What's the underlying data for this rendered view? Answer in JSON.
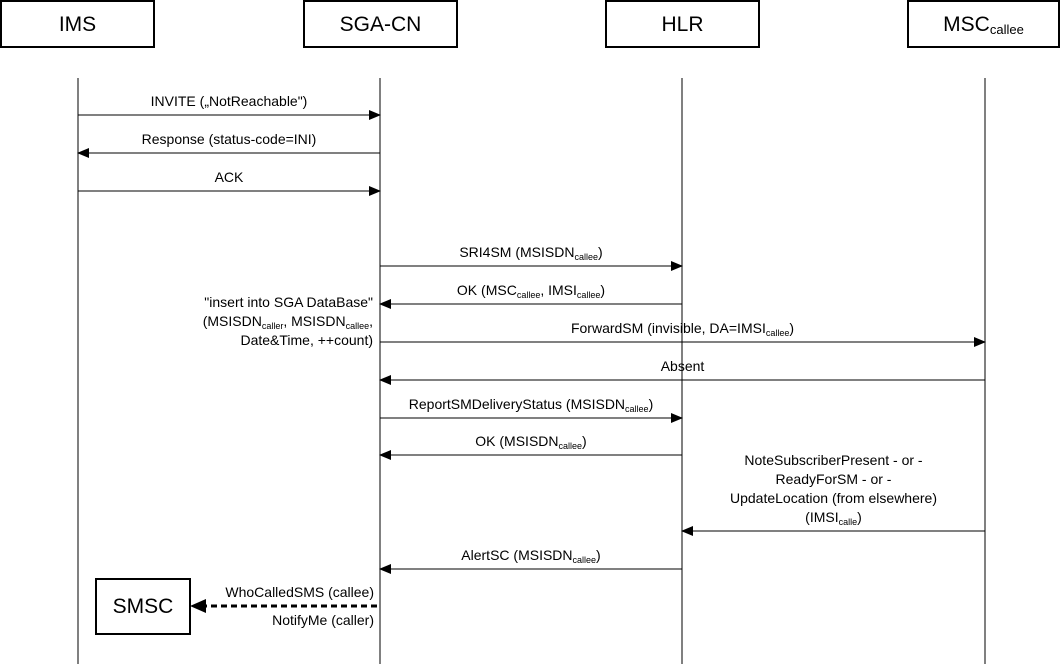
{
  "participants": [
    {
      "id": "ims",
      "label": "IMS",
      "sub": ""
    },
    {
      "id": "sga",
      "label": "SGA-CN",
      "sub": ""
    },
    {
      "id": "hlr",
      "label": "HLR",
      "sub": ""
    },
    {
      "id": "msc",
      "label": "MSC",
      "sub": "callee"
    }
  ],
  "messages": [
    {
      "id": "invite",
      "from": "ims",
      "to": "sga",
      "parts": [
        {
          "t": "INVITE („NotReachable\")"
        }
      ]
    },
    {
      "id": "response",
      "from": "sga",
      "to": "ims",
      "parts": [
        {
          "t": "Response (status-code=INI)"
        }
      ]
    },
    {
      "id": "ack",
      "from": "ims",
      "to": "sga",
      "parts": [
        {
          "t": "ACK"
        }
      ]
    },
    {
      "id": "sri4sm",
      "from": "sga",
      "to": "hlr",
      "parts": [
        {
          "t": "SRI4SM (MSISDN"
        },
        {
          "t": "callee",
          "sub": true
        },
        {
          "t": ")"
        }
      ]
    },
    {
      "id": "ok-msc",
      "from": "hlr",
      "to": "sga",
      "parts": [
        {
          "t": "OK (MSC"
        },
        {
          "t": "callee",
          "sub": true
        },
        {
          "t": ", IMSI"
        },
        {
          "t": "callee",
          "sub": true
        },
        {
          "t": ")"
        }
      ]
    },
    {
      "id": "forwardsm",
      "from": "sga",
      "to": "msc",
      "parts": [
        {
          "t": "ForwardSM (invisible, DA=IMSI"
        },
        {
          "t": "callee",
          "sub": true
        },
        {
          "t": ")"
        }
      ]
    },
    {
      "id": "absent",
      "from": "msc",
      "to": "sga",
      "parts": [
        {
          "t": "Absent"
        }
      ]
    },
    {
      "id": "reportsm",
      "from": "sga",
      "to": "hlr",
      "parts": [
        {
          "t": "ReportSMDeliveryStatus (MSISDN"
        },
        {
          "t": "callee",
          "sub": true
        },
        {
          "t": ")"
        }
      ]
    },
    {
      "id": "ok-msisdn",
      "from": "hlr",
      "to": "sga",
      "parts": [
        {
          "t": "OK (MSISDN"
        },
        {
          "t": "callee",
          "sub": true
        },
        {
          "t": ")"
        }
      ]
    },
    {
      "id": "notesub",
      "from": "msc",
      "to": "hlr",
      "lines": [
        [
          {
            "t": "NoteSubscriberPresent - or -"
          }
        ],
        [
          {
            "t": "ReadyForSM - or -"
          }
        ],
        [
          {
            "t": "UpdateLocation (from elsewhere)"
          }
        ],
        [
          {
            "t": "(IMSI"
          },
          {
            "t": "calle",
            "sub": true
          },
          {
            "t": ")"
          }
        ]
      ]
    },
    {
      "id": "alertsc",
      "from": "hlr",
      "to": "sga",
      "parts": [
        {
          "t": "AlertSC (MSISDN"
        },
        {
          "t": "callee",
          "sub": true
        },
        {
          "t": ")"
        }
      ]
    }
  ],
  "note": {
    "lines": [
      [
        {
          "t": "\"insert into SGA DataBase\""
        }
      ],
      [
        {
          "t": "(MSISDN"
        },
        {
          "t": "caller",
          "sub": true
        },
        {
          "t": ", MSISDN"
        },
        {
          "t": "callee",
          "sub": true
        },
        {
          "t": ","
        }
      ],
      [
        {
          "t": "Date&Time, ++count)"
        }
      ]
    ]
  },
  "smsc": {
    "label": "SMSC",
    "line1": "WhoCalledSMS (callee)",
    "line2": "NotifyMe (caller)"
  }
}
